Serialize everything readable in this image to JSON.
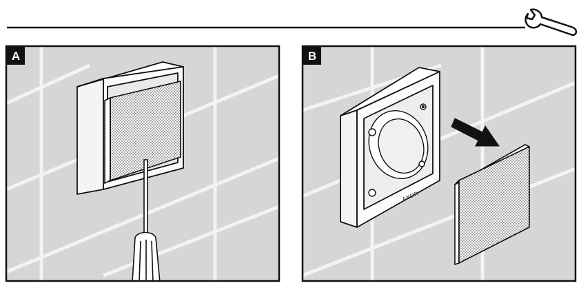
{
  "header": {
    "icon": "wrench-icon"
  },
  "panels": [
    {
      "label": "A",
      "depicts": [
        "screwdriver-icon"
      ]
    },
    {
      "label": "B",
      "depicts": [
        "arrow-icon"
      ]
    }
  ],
  "brand_mark": "AXOR",
  "colors": {
    "line": "#111111",
    "tile": "#d6d6d6",
    "grout": "#f3f3f3",
    "frame": "#fafafa",
    "cover_dots": "#2a2a2a",
    "label_bg": "#111111",
    "label_text": "#ffffff"
  }
}
